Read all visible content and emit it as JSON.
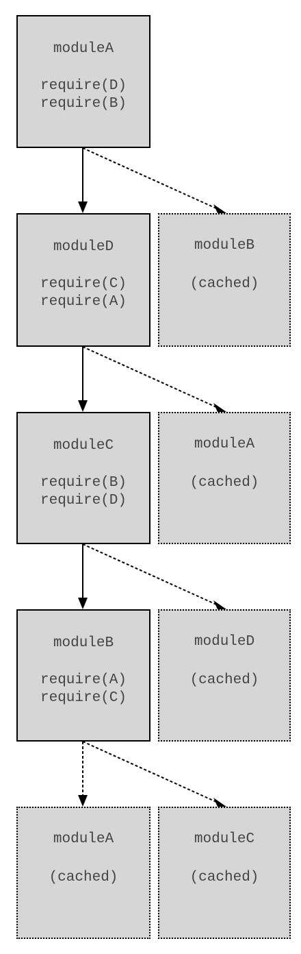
{
  "modules": [
    {
      "id": "row0-main",
      "name": "moduleA",
      "requires": [
        "require(D)",
        "require(B)"
      ]
    },
    {
      "id": "row1-main",
      "name": "moduleD",
      "requires": [
        "require(C)",
        "require(A)"
      ]
    },
    {
      "id": "row1-side",
      "name": "moduleB",
      "note": "(cached)"
    },
    {
      "id": "row2-main",
      "name": "moduleC",
      "requires": [
        "require(B)",
        "require(D)"
      ]
    },
    {
      "id": "row2-side",
      "name": "moduleA",
      "note": "(cached)"
    },
    {
      "id": "row3-main",
      "name": "moduleB",
      "requires": [
        "require(A)",
        "require(C)"
      ]
    },
    {
      "id": "row3-side",
      "name": "moduleD",
      "note": "(cached)"
    },
    {
      "id": "row4-left",
      "name": "moduleA",
      "note": "(cached)"
    },
    {
      "id": "row4-side",
      "name": "moduleC",
      "note": "(cached)"
    }
  ],
  "edges": [
    {
      "from": "moduleA",
      "to": "moduleD",
      "style": "solid"
    },
    {
      "from": "moduleA",
      "to": "moduleB",
      "style": "dotted"
    },
    {
      "from": "moduleD",
      "to": "moduleC",
      "style": "solid"
    },
    {
      "from": "moduleD",
      "to": "moduleA",
      "style": "dotted"
    },
    {
      "from": "moduleC",
      "to": "moduleB",
      "style": "solid"
    },
    {
      "from": "moduleC",
      "to": "moduleD",
      "style": "dotted"
    },
    {
      "from": "moduleB",
      "to": "moduleA",
      "style": "dotted"
    },
    {
      "from": "moduleB",
      "to": "moduleC",
      "style": "dotted"
    }
  ],
  "colors": {
    "box_fill": "#d6d6d6",
    "box_text": "#444444",
    "border": "#000000",
    "arrow": "#000000"
  }
}
